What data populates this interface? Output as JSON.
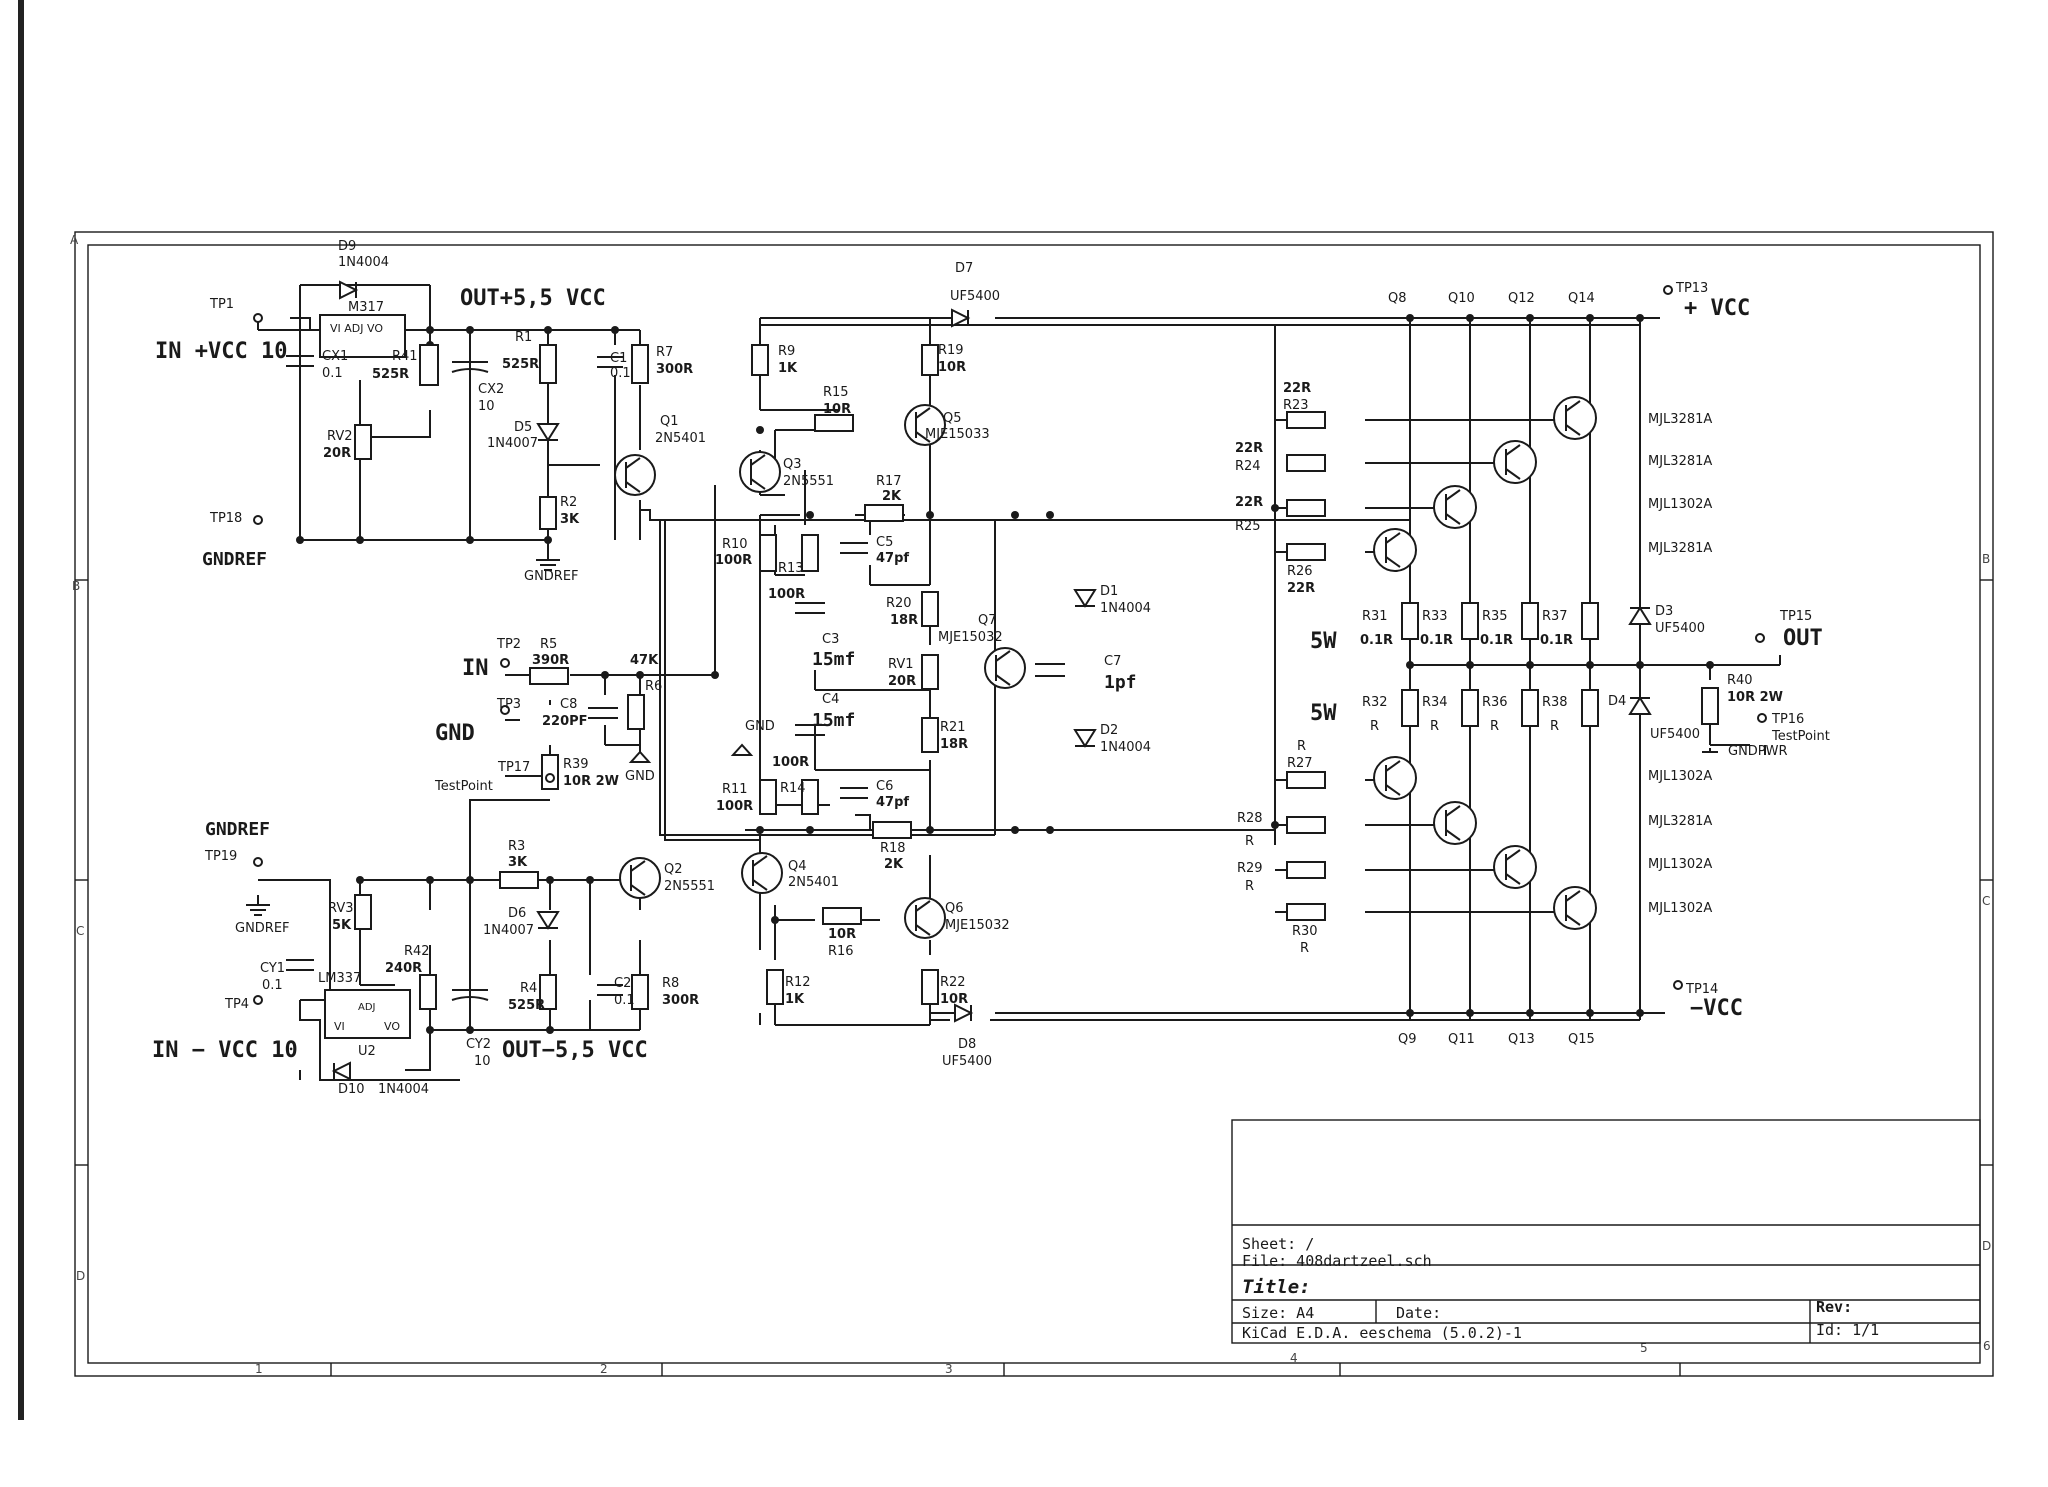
{
  "labels": {
    "in_pos_vcc": "IN +VCC 10",
    "out_pos": "OUT+5,5 VCC",
    "gndref_top": "GNDREF",
    "gndref_mid": "GNDREF",
    "gndref_sym1": "GNDREF",
    "gndref_sym2": "GNDREF",
    "in": "IN",
    "gnd": "GND",
    "gnd_sym1": "GND",
    "gnd_sym2": "GND",
    "in_neg_vcc": "IN − VCC 10",
    "out_neg": "OUT−5,5 VCC",
    "pos_vcc": "+ VCC",
    "neg_vcc": "−VCC",
    "out": "OUT",
    "fivew_1": "5W",
    "fivew_2": "5W",
    "gndpwr": "GNDPWR",
    "testpoint_1": "TestPoint",
    "testpoint_2": "TestPoint"
  },
  "test_points": {
    "tp1": "TP1",
    "tp18": "TP18",
    "tp2": "TP2",
    "tp3": "TP3",
    "tp17": "TP17",
    "tp19": "TP19",
    "tp4": "TP4",
    "tp13": "TP13",
    "tp15": "TP15",
    "tp16": "TP16",
    "tp14": "TP14"
  },
  "components": {
    "d9": {
      "ref": "D9",
      "value": "1N4004"
    },
    "m317": {
      "ref": "M317",
      "pins": "VI  ADJ  VO"
    },
    "cx1": {
      "ref": "CX1",
      "value": "0.1"
    },
    "r41": {
      "ref": "R41",
      "value": "525R"
    },
    "rv2": {
      "ref": "RV2",
      "value": "20R"
    },
    "cx2": {
      "ref": "CX2",
      "value": "10"
    },
    "r1": {
      "ref": "R1",
      "value": "525R"
    },
    "c1": {
      "ref": "C1",
      "value": "0.1"
    },
    "r7": {
      "ref": "R7",
      "value": "300R"
    },
    "d5": {
      "ref": "D5",
      "value": "1N4007"
    },
    "r2": {
      "ref": "R2",
      "value": "3K"
    },
    "q1": {
      "ref": "Q1",
      "value": "2N5401"
    },
    "d7": {
      "ref": "D7",
      "value": "UF5400"
    },
    "r9": {
      "ref": "R9",
      "value": "1K"
    },
    "r19": {
      "ref": "R19",
      "value": "10R"
    },
    "r15": {
      "ref": "R15",
      "value": "10R"
    },
    "q5": {
      "ref": "Q5",
      "value": "MJE15033"
    },
    "q3": {
      "ref": "Q3",
      "value": "2N5551"
    },
    "r17": {
      "ref": "R17",
      "value": "2K"
    },
    "r10": {
      "ref": "R10",
      "value": "100R"
    },
    "r13": {
      "ref": "R13",
      "value": "100R"
    },
    "c5": {
      "ref": "C5",
      "value": "47pf"
    },
    "r20": {
      "ref": "R20",
      "value": "18R"
    },
    "c3": {
      "ref": "C3",
      "value": "15mf"
    },
    "rv1": {
      "ref": "RV1",
      "value": "20R"
    },
    "q7": {
      "ref": "Q7",
      "value": "MJE15032"
    },
    "d1": {
      "ref": "D1",
      "value": "1N4004"
    },
    "c7": {
      "ref": "C7",
      "value": "1pf"
    },
    "d2": {
      "ref": "D2",
      "value": "1N4004"
    },
    "r5": {
      "ref": "R5",
      "value": "390R"
    },
    "r6": {
      "ref": "R6",
      "value": "47K"
    },
    "c8": {
      "ref": "C8",
      "value": "220PF"
    },
    "c4": {
      "ref": "C4",
      "value": "15mf"
    },
    "r21": {
      "ref": "R21",
      "value": "18R"
    },
    "r39": {
      "ref": "R39",
      "value": "10R 2W"
    },
    "r11": {
      "ref": "R11",
      "value": "100R"
    },
    "r14": {
      "ref": "R14",
      "value": "100R"
    },
    "c6": {
      "ref": "C6",
      "value": "47pf"
    },
    "r18": {
      "ref": "R18",
      "value": "2K"
    },
    "r3": {
      "ref": "R3",
      "value": "3K"
    },
    "q2": {
      "ref": "Q2",
      "value": "2N5551"
    },
    "q4": {
      "ref": "Q4",
      "value": "2N5401"
    },
    "d6": {
      "ref": "D6",
      "value": "1N4007"
    },
    "rv3": {
      "ref": "RV3",
      "value": "5K"
    },
    "r42": {
      "ref": "R42",
      "value": "240R"
    },
    "r16": {
      "ref": "R16",
      "value": "10R"
    },
    "q6": {
      "ref": "Q6",
      "value": "MJE15032"
    },
    "cy1": {
      "ref": "CY1",
      "value": "0.1"
    },
    "u2": {
      "ref": "U2",
      "value": "LM337",
      "pins_l": "VI",
      "pins_adj": "ADJ",
      "pins_r": "VO"
    },
    "cy2": {
      "ref": "CY2",
      "value": "10"
    },
    "r4": {
      "ref": "R4",
      "value": "525R"
    },
    "c2": {
      "ref": "C2",
      "value": "0.1"
    },
    "r8": {
      "ref": "R8",
      "value": "300R"
    },
    "r12": {
      "ref": "R12",
      "value": "1K"
    },
    "r22": {
      "ref": "R22",
      "value": "10R"
    },
    "d8": {
      "ref": "D8",
      "value": "UF5400"
    },
    "d10": {
      "ref": "D10",
      "value": "1N4004"
    },
    "r23": {
      "ref": "R23",
      "value": "22R"
    },
    "r24": {
      "ref": "R24",
      "value": "22R"
    },
    "r25": {
      "ref": "R25",
      "value": "22R"
    },
    "r26": {
      "ref": "R26",
      "value": "22R"
    },
    "r27": {
      "ref": "R27",
      "value": "R"
    },
    "r28": {
      "ref": "R28",
      "value": "R"
    },
    "r29": {
      "ref": "R29",
      "value": "R"
    },
    "r30": {
      "ref": "R30",
      "value": "R"
    },
    "r31": {
      "ref": "R31",
      "value": "0.1R"
    },
    "r33": {
      "ref": "R33",
      "value": "0.1R"
    },
    "r35": {
      "ref": "R35",
      "value": "0.1R"
    },
    "r37": {
      "ref": "R37",
      "value": "0.1R"
    },
    "r32": {
      "ref": "R32",
      "value": "R"
    },
    "r34": {
      "ref": "R34",
      "value": "R"
    },
    "r36": {
      "ref": "R36",
      "value": "R"
    },
    "r38": {
      "ref": "R38",
      "value": "R"
    },
    "r40": {
      "ref": "R40",
      "value": "10R 2W"
    },
    "d3": {
      "ref": "D3",
      "value": "UF5400"
    },
    "d4": {
      "ref": "D4",
      "value": "UF5400"
    },
    "q8": {
      "ref": "Q8",
      "value": "MJL3281A"
    },
    "q10": {
      "ref": "Q10",
      "value": "MJL3281A"
    },
    "q12": {
      "ref": "Q12",
      "value": "MJL1302A"
    },
    "q14": {
      "ref": "Q14",
      "value": "MJL3281A"
    },
    "q9": {
      "ref": "Q9",
      "value": "MJL1302A"
    },
    "q11": {
      "ref": "Q11",
      "value": "MJL3281A"
    },
    "q13": {
      "ref": "Q13",
      "value": "MJL1302A"
    },
    "q15": {
      "ref": "Q15",
      "value": "MJL1302A"
    }
  },
  "frame": {
    "columns": [
      "1",
      "2",
      "3",
      "4",
      "5",
      "6"
    ],
    "rows": [
      "A",
      "B",
      "C",
      "D"
    ]
  },
  "title_block": {
    "sheet": "Sheet: /",
    "file": "File: 408dartzeel.sch",
    "title": "Title:",
    "size": "Size: A4",
    "date": "Date:",
    "rev": "Rev:",
    "tool": "KiCad E.D.A.  eeschema (5.0.2)-1",
    "id": "Id: 1/1"
  }
}
